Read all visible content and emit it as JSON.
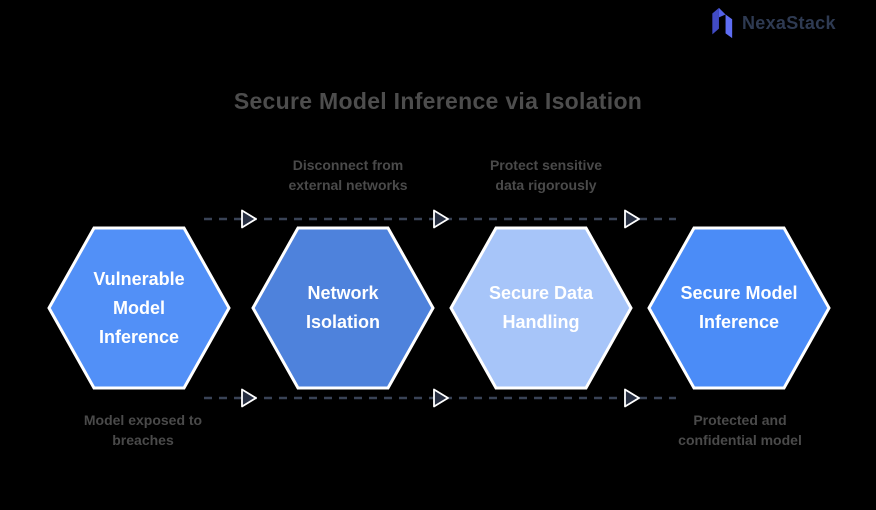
{
  "brand": {
    "name": "NexaStack"
  },
  "title": "Secure Model Inference via Isolation",
  "colors": {
    "background": "#000000",
    "title_text": "#4D4D4D",
    "annotation_text": "#4A4A4A",
    "brand_text": "#2E3A52",
    "dash_line": "#394356",
    "arrow_fill": "#272F42",
    "arrow_outline": "#FFFFFF",
    "hex_border": "#FFFFFF",
    "hex_text": "#FFFFFF",
    "logo_dark": "#414BC4",
    "logo_mid": "#5462E8",
    "logo_light": "#5E6DF3"
  },
  "steps": [
    {
      "label": "Vulnerable\nModel\nInference",
      "color": "#5290F7"
    },
    {
      "label": "Network\nIsolation",
      "color": "#4E82DC"
    },
    {
      "label": "Secure Data\nHandling",
      "color": "#A7C5F9"
    },
    {
      "label": "Secure Model\nInference",
      "color": "#4B8CF7"
    }
  ],
  "annotations": {
    "top_left": "Disconnect from\nexternal networks",
    "top_right": "Protect sensitive\ndata rigorously",
    "bottom_left": "Model exposed to\nbreaches",
    "bottom_right": "Protected and\nconfidential model"
  }
}
